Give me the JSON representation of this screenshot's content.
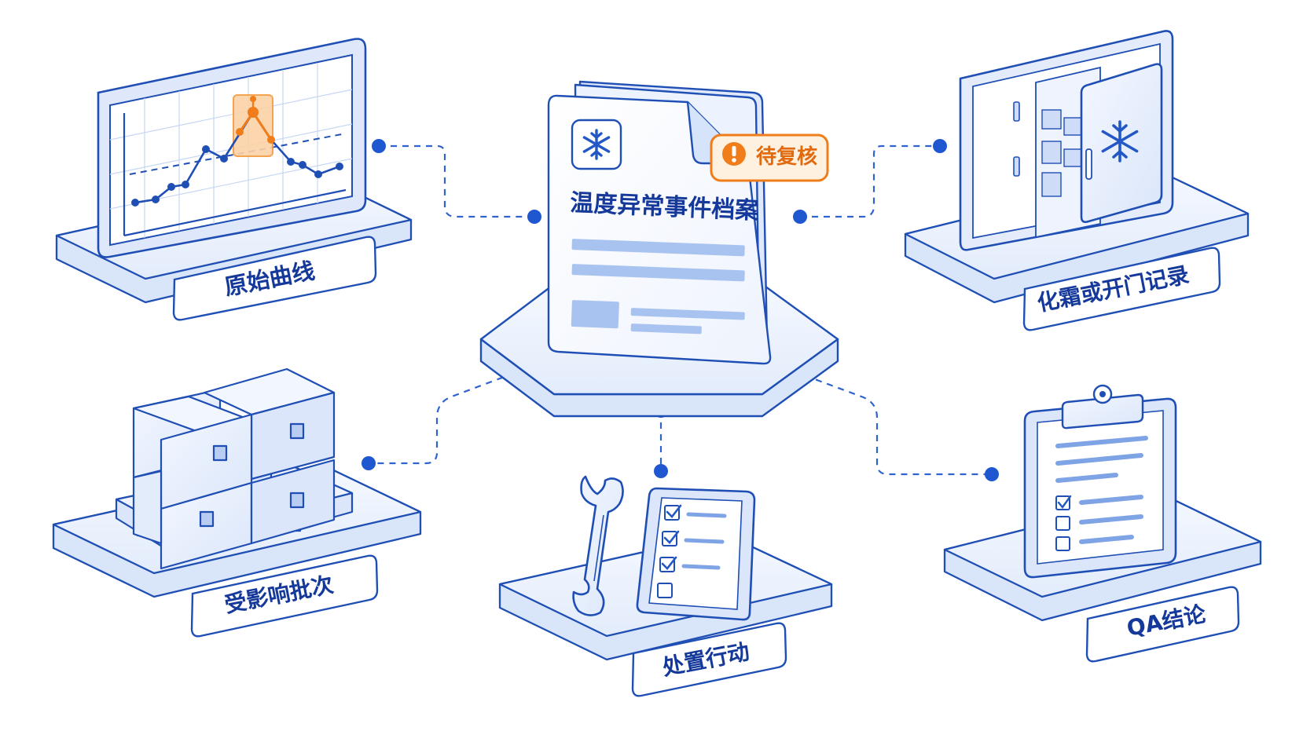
{
  "center": {
    "title": "温度异常事件档案",
    "badge": "待复核",
    "badge_icon": "exclamation-icon",
    "icon": "snowflake-icon"
  },
  "modules": [
    {
      "id": "raw-curve",
      "label": "原始曲线",
      "icon": "line-chart-icon"
    },
    {
      "id": "defrost-door-record",
      "label": "化霜或开门记录",
      "icon": "freezer-door-icon"
    },
    {
      "id": "affected-batches",
      "label": "受影响批次",
      "icon": "pallet-boxes-icon"
    },
    {
      "id": "disposal-actions",
      "label": "处置行动",
      "icon": "wrench-checklist-icon"
    },
    {
      "id": "qa-conclusion",
      "label": "QA结论",
      "icon": "clipboard-checklist-icon"
    }
  ],
  "colors": {
    "primary": "#2357c6",
    "outline": "#1f4fb5",
    "light_fill": "#eaf1fd",
    "alert": "#f07d1a",
    "alert_fill": "#fff1df"
  }
}
